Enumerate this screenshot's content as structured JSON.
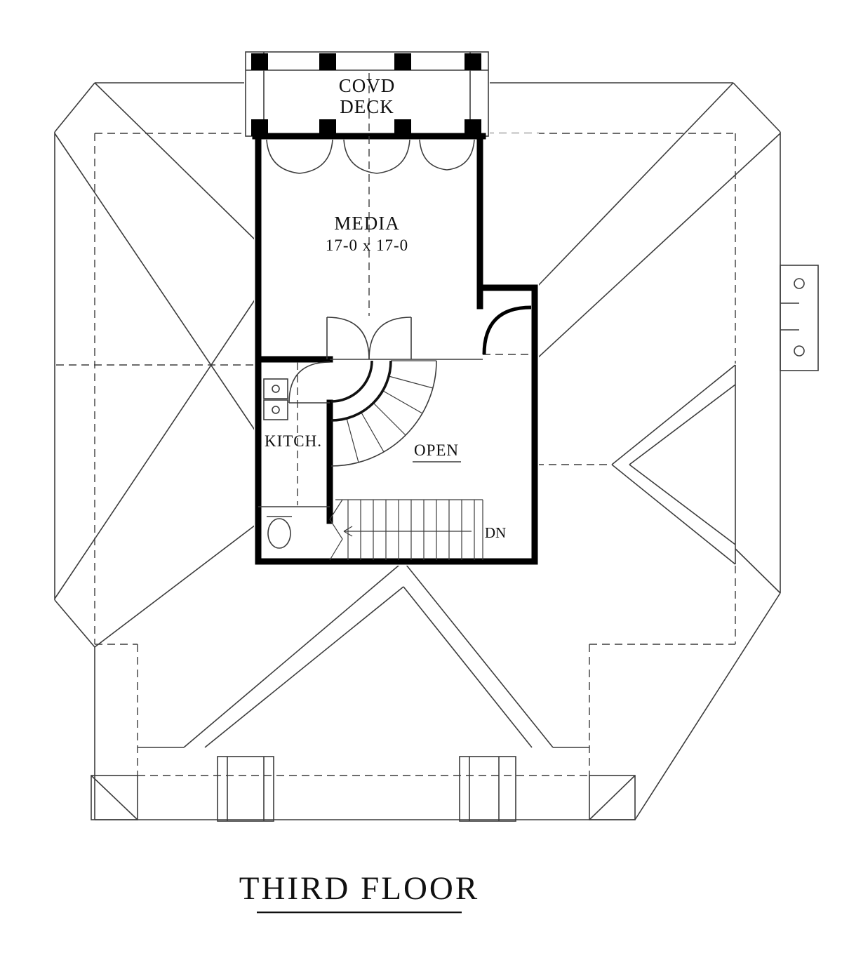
{
  "drawing": {
    "title": "THIRD FLOOR",
    "labels": {
      "deck_line1": "COVD",
      "deck_line2": "DECK",
      "media_name": "MEDIA",
      "media_dims": "17-0 x 17-0",
      "kitchen": "KITCH.",
      "open": "OPEN",
      "down": "DN"
    },
    "colors": {
      "background": "#ffffff",
      "wall": "#000000",
      "line": "#3c3c3c"
    }
  }
}
